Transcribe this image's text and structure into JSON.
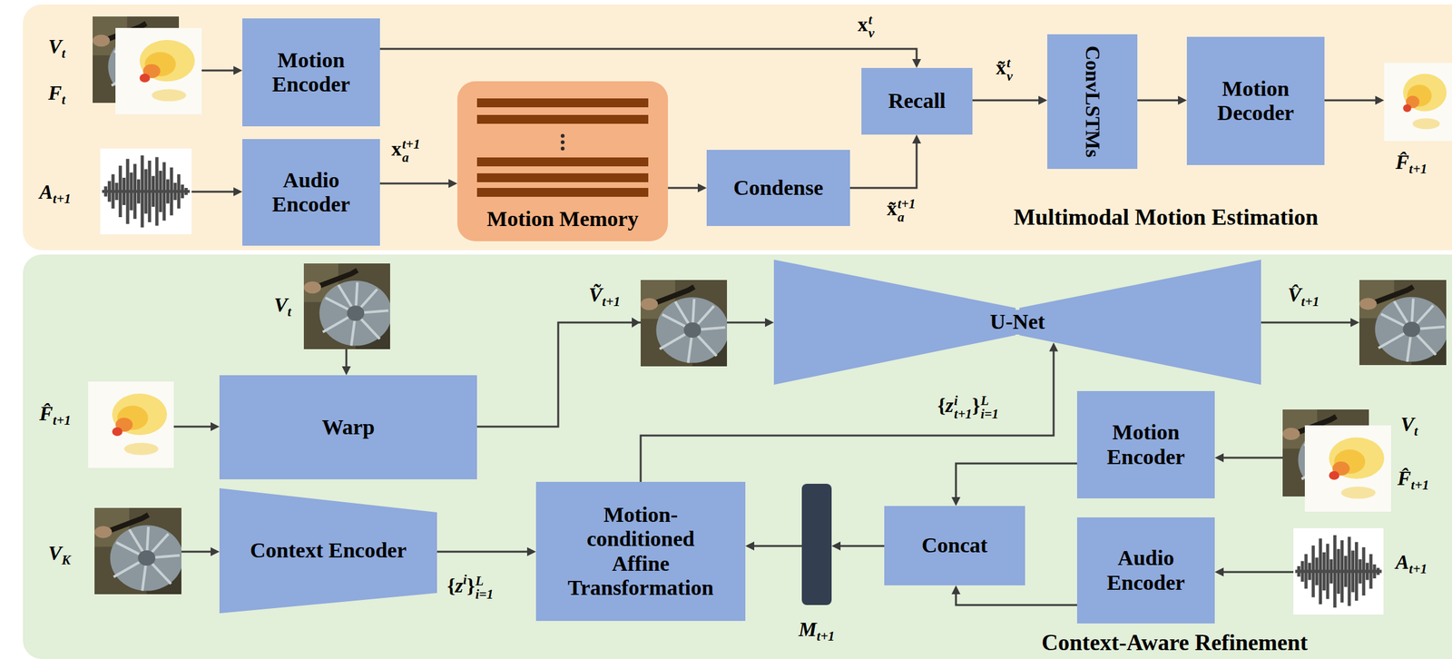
{
  "diagram": {
    "nodes": [
      {
        "text": [
          "Multimodal Motion Estimation"
        ]
      },
      {
        "text": [
          "Motion Encoder"
        ],
        "in": 0
      },
      {
        "text": [
          "Audio Encoder"
        ],
        "in": 0
      },
      {
        "text": [
          "Motion Memory"
        ],
        "in": 0
      },
      {
        "text": [
          "Condense"
        ],
        "in": 0
      },
      {
        "text": [
          "Recall"
        ],
        "in": 0
      },
      {
        "text": [
          "ConvLSTMs"
        ],
        "in": 0
      },
      {
        "text": [
          "Motion Decoder"
        ],
        "in": 0
      },
      {
        "text": [
          "Context-Aware Refinement"
        ]
      },
      {
        "text": [
          "Warp"
        ],
        "in": 8
      },
      {
        "text": [
          "U-Net"
        ],
        "in": 8
      },
      {
        "text": [
          "Motion Encoder"
        ],
        "in": 8
      },
      {
        "text": [
          "Context Encoder"
        ],
        "in": 8
      },
      {
        "text": [
          "Motion-conditioned Affine Transformation"
        ],
        "in": 8
      },
      {
        "text": [
          "Concat"
        ],
        "in": 8
      },
      {
        "text": [
          "Audio Encoder"
        ],
        "in": 8
      },
      {
        "text": [
          "M",
          "t+1"
        ],
        "in": 8
      }
    ],
    "edges": [
      {
        "from": 1,
        "to": 5,
        "arrow": "to"
      },
      {
        "from": 2,
        "to": 3,
        "arrow": "to"
      },
      {
        "from": 3,
        "to": 4,
        "arrow": "to"
      },
      {
        "from": 4,
        "to": 5,
        "arrow": "to"
      },
      {
        "from": 5,
        "to": 6,
        "arrow": "to"
      },
      {
        "from": 6,
        "to": 7,
        "arrow": "to"
      },
      {
        "from": 9,
        "to": 10,
        "arrow": "to"
      },
      {
        "from": 12,
        "to": 13,
        "arrow": "to"
      },
      {
        "from": 13,
        "to": 10,
        "arrow": "to"
      },
      {
        "from": 11,
        "to": 14,
        "arrow": "to"
      },
      {
        "from": 15,
        "to": 14,
        "arrow": "to"
      },
      {
        "from": 14,
        "to": 16,
        "arrow": "to"
      },
      {
        "from": 16,
        "to": 13,
        "arrow": "to"
      }
    ],
    "labels": [
      "V",
      "t",
      "F",
      "t",
      "A",
      "t+1",
      "x",
      "t",
      "v",
      "x",
      "t+1",
      "a",
      "x̃",
      "t+1",
      "a",
      "x̃",
      "t",
      "v",
      "F̂",
      "t+1",
      "V",
      "t",
      "F̂",
      "t+1",
      "Ṽ",
      "t+1",
      "V̂",
      "t+1",
      "{",
      "z",
      "i",
      "t+1",
      "}",
      "L",
      "i=1",
      "V",
      "t",
      "F̂",
      "t+1",
      "A",
      "t+1",
      "V",
      "K",
      "{",
      "z",
      "i",
      "}",
      "L",
      "i=1"
    ]
  }
}
